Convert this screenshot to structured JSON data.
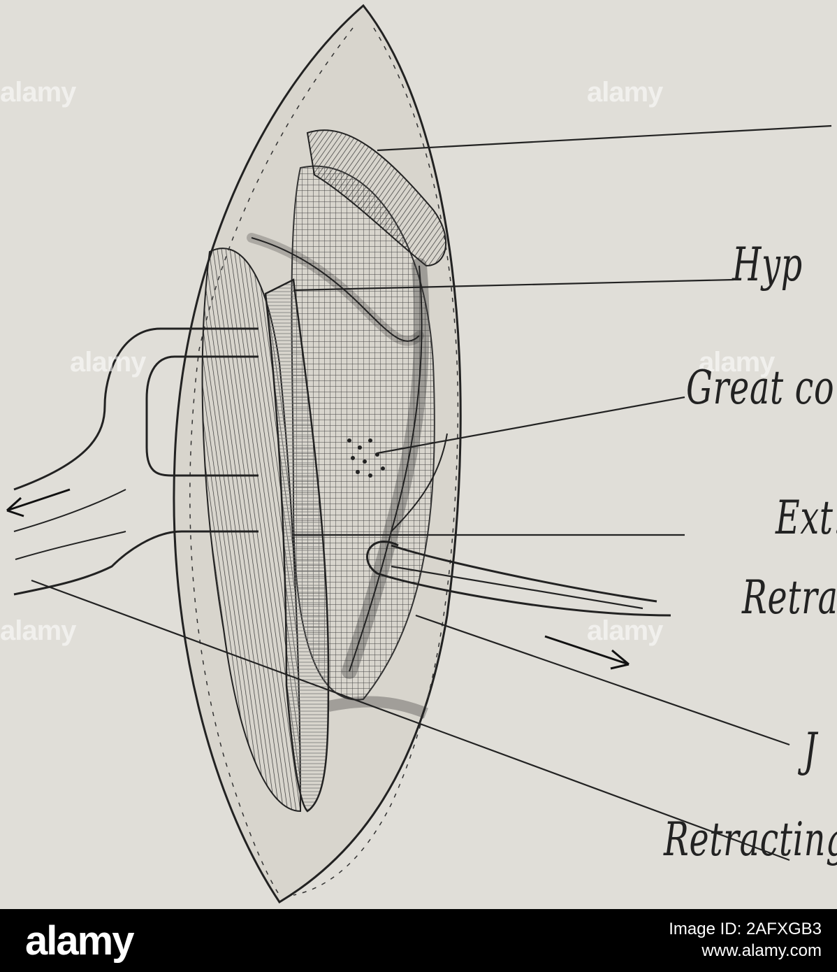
{
  "labels": [
    "Hyp",
    "Great co",
    "Ext.",
    "Retract",
    "J",
    "Retracting"
  ],
  "watermark": "alamy",
  "footer": {
    "brand": "alamy",
    "image_id_prefix": "Image ID: ",
    "image_id": "2AFXGB3",
    "url": "www.alamy.com"
  },
  "colors": {
    "paper": "#e0ded8",
    "ink": "#222222",
    "footer_bg": "#000000"
  }
}
